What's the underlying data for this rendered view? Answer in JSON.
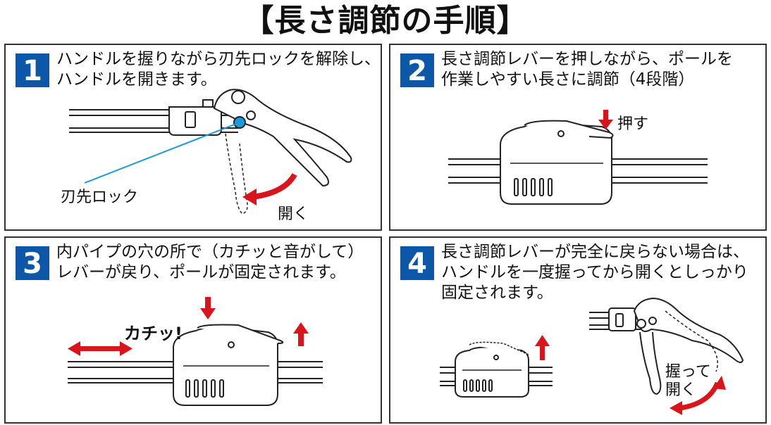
{
  "title": "【長さ調節の手順】",
  "steps": [
    {
      "number": "1",
      "text": "ハンドルを握りながら刃先ロックを解除し、\nハンドルを開きます。",
      "labels": {
        "lock": "刃先ロック",
        "open": "開く"
      }
    },
    {
      "number": "2",
      "text": "長さ調節レバーを押しながら、ポールを\n作業しやすい長さに調節（4段階）",
      "labels": {
        "push": "押す"
      }
    },
    {
      "number": "3",
      "text": "内パイプの穴の所で（カチッと音がして）\nレバーが戻り、ポールが固定されます。",
      "labels": {
        "click": "カチッ!"
      }
    },
    {
      "number": "4",
      "text": "長さ調節レバーが完全に戻らない場合は、\nハンドルを一度握ってから開くとしっかり\n固定されます。",
      "labels": {
        "grip_open": "握って\n開く"
      }
    }
  ],
  "colors": {
    "accent": "#0d57a8",
    "arrow": "#d9141b",
    "leader": "#1a9bd8"
  }
}
